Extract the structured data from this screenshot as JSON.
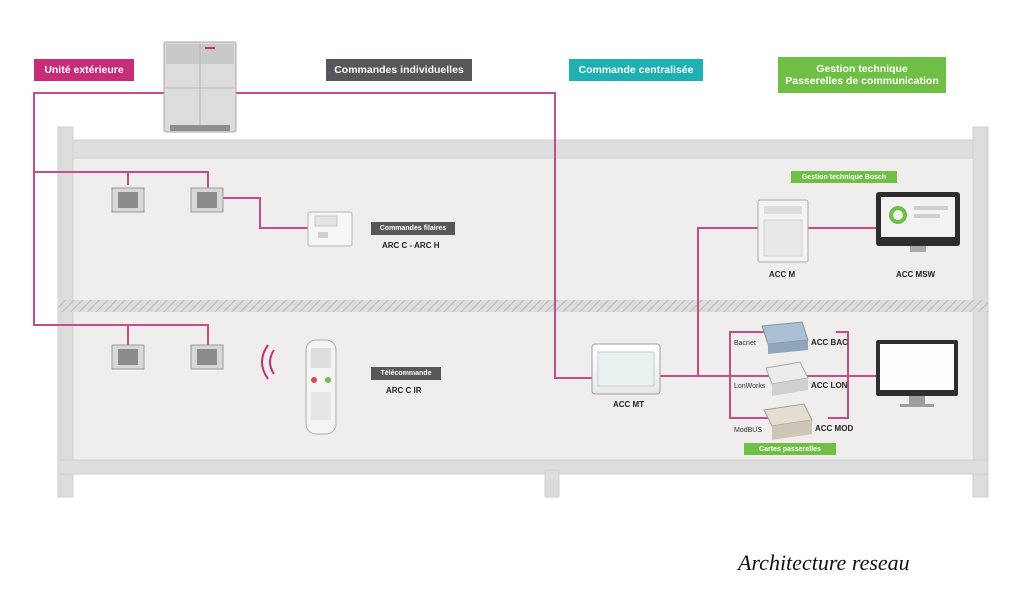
{
  "headers": {
    "outdoor_unit": "Unité extérieure",
    "individual_controls": "Commandes individuelles",
    "central_control": "Commande centralisée",
    "gtb_line1": "Gestion technique",
    "gtb_line2": "Passerelles de communication"
  },
  "tags": {
    "wired": "Commandes filaires",
    "remote": "Télécommande",
    "bosch_gtb": "Gestion technique Bosch",
    "gateway_cards": "Cartes passerelles"
  },
  "labels": {
    "wired_models": "ARC C - ARC H",
    "remote_model": "ARC C IR",
    "acc_m": "ACC M",
    "acc_msw": "ACC MSW",
    "acc_mt": "ACC MT",
    "acc_bac": "ACC BAC",
    "acc_lon": "ACC LON",
    "acc_mod": "ACC MOD"
  },
  "protocols": {
    "bacnet": "Bacnet",
    "lonworks": "LonWorks",
    "modbus": "ModBUS"
  },
  "caption": "Architecture reseau",
  "colors": {
    "magenta": "#c72c78",
    "dark_gray": "#55575b",
    "teal": "#1fb0b4",
    "green": "#6fbf45",
    "floor_bg": "#efeeed",
    "wall": "#d9d9d9",
    "line": "#c44d8c"
  }
}
